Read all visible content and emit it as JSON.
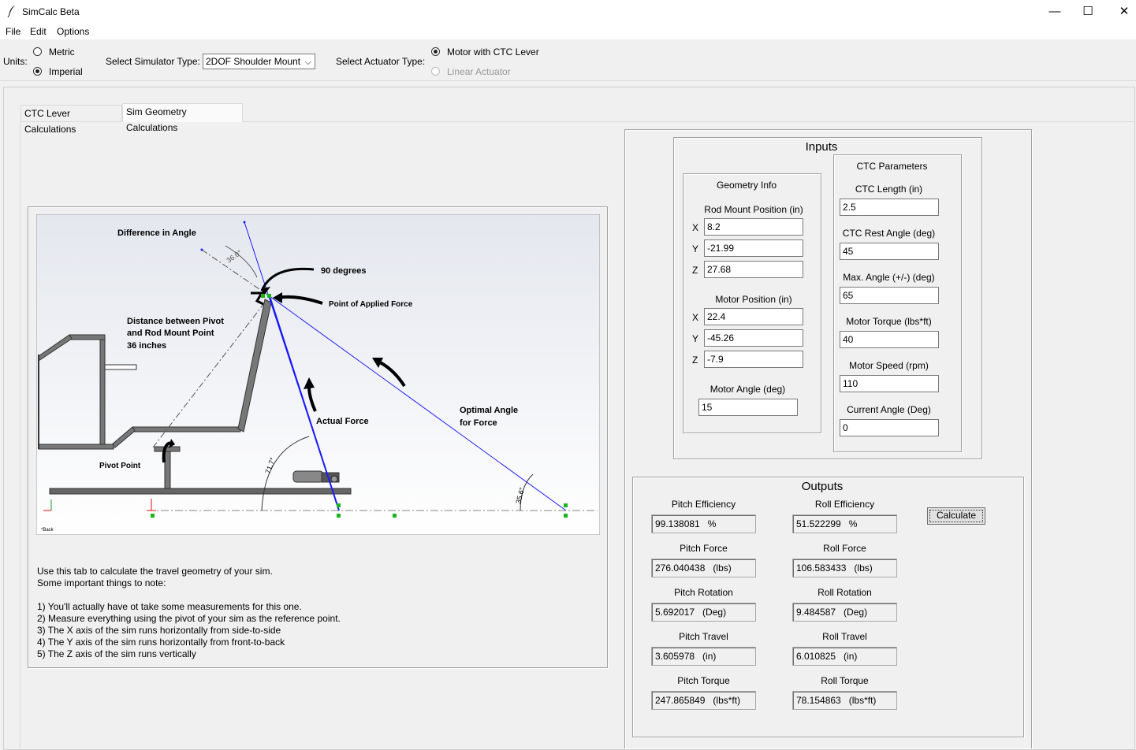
{
  "window": {
    "title": "SimCalc Beta",
    "minimize": "—",
    "maximize": "☐",
    "close": "✕"
  },
  "menu": {
    "file": "File",
    "edit": "Edit",
    "options": "Options"
  },
  "toolbar": {
    "units_label": "Units:",
    "metric": "Metric",
    "imperial": "Imperial",
    "sim_type_label": "Select Simulator Type:",
    "sim_type_value": "2DOF Shoulder Mount",
    "actuator_label": "Select Actuator Type:",
    "actuator_motor": "Motor with CTC Lever",
    "actuator_linear": "Linear Actuator"
  },
  "tabs": {
    "ctc": "CTC Lever Calculations",
    "geometry": "Sim Geometry Calculations"
  },
  "diagram": {
    "difference_in_angle": "Difference in Angle",
    "angle_36": "36.0°",
    "ninety_degrees": "90 degrees",
    "point_of_applied_force": "Point of Applied Force",
    "distance_line1": "Distance between Pivot",
    "distance_line2": "and Rod Mount Point",
    "distance_line3": "36 inches",
    "actual_force": "Actual Force",
    "optimal_line1": "Optimal Angle",
    "optimal_line2": "for Force",
    "pivot_point": "Pivot Point",
    "angle_717": "71.7°",
    "angle_356": "35.6°",
    "back": "*Back"
  },
  "notes": [
    "Use this tab to calculate the travel geometry of your sim.",
    "Some important things to note:",
    "",
    "1) You'll actually have ot take some measurements for this one.",
    "2) Measure everything using the pivot of your sim as the reference point.",
    "3) The X axis of the sim runs horizontally from side-to-side",
    "4) The Y axis of the sim runs horizontally from front-to-back",
    "5) The Z axis of the sim runs vertically"
  ],
  "inputs": {
    "title": "Inputs",
    "geometry": {
      "title": "Geometry Info",
      "rod_mount_label": "Rod Mount Position (in)",
      "rod_x": "8.2",
      "rod_y": "-21.99",
      "rod_z": "27.68",
      "motor_pos_label": "Motor Position (in)",
      "motor_x": "22.4",
      "motor_y": "-45.26",
      "motor_z": "-7.9",
      "motor_angle_label": "Motor Angle (deg)",
      "motor_angle": "15",
      "x": "X",
      "y": "Y",
      "z": "Z"
    },
    "ctc": {
      "title": "CTC Parameters",
      "length_label": "CTC Length (in)",
      "length": "2.5",
      "rest_label": "CTC Rest Angle (deg)",
      "rest": "45",
      "max_label": "Max. Angle (+/-) (deg)",
      "max": "65",
      "torque_label": "Motor Torque (lbs*ft)",
      "torque": "40",
      "speed_label": "Motor Speed (rpm)",
      "speed": "110",
      "current_label": "Current Angle (Deg)",
      "current": "0"
    }
  },
  "outputs": {
    "title": "Outputs",
    "pitch_eff_label": "Pitch Efficiency",
    "pitch_eff": "99.138081   %",
    "roll_eff_label": "Roll Efficiency",
    "roll_eff": "51.522299   %",
    "pitch_force_label": "Pitch Force",
    "pitch_force": "276.040438   (lbs)",
    "roll_force_label": "Roll Force",
    "roll_force": "106.583433   (lbs)",
    "pitch_rot_label": "Pitch Rotation",
    "pitch_rot": "5.692017   (Deg)",
    "roll_rot_label": "Roll Rotation",
    "roll_rot": "9.484587   (Deg)",
    "pitch_travel_label": "Pitch Travel",
    "pitch_travel": "3.605978   (in)",
    "roll_travel_label": "Roll Travel",
    "roll_travel": "6.010825   (in)",
    "pitch_torque_label": "Pitch Torque",
    "pitch_torque": "247.865849   (lbs*ft)",
    "roll_torque_label": "Roll Torque",
    "roll_torque": "78.154863   (lbs*ft)",
    "calculate": "Calculate"
  }
}
